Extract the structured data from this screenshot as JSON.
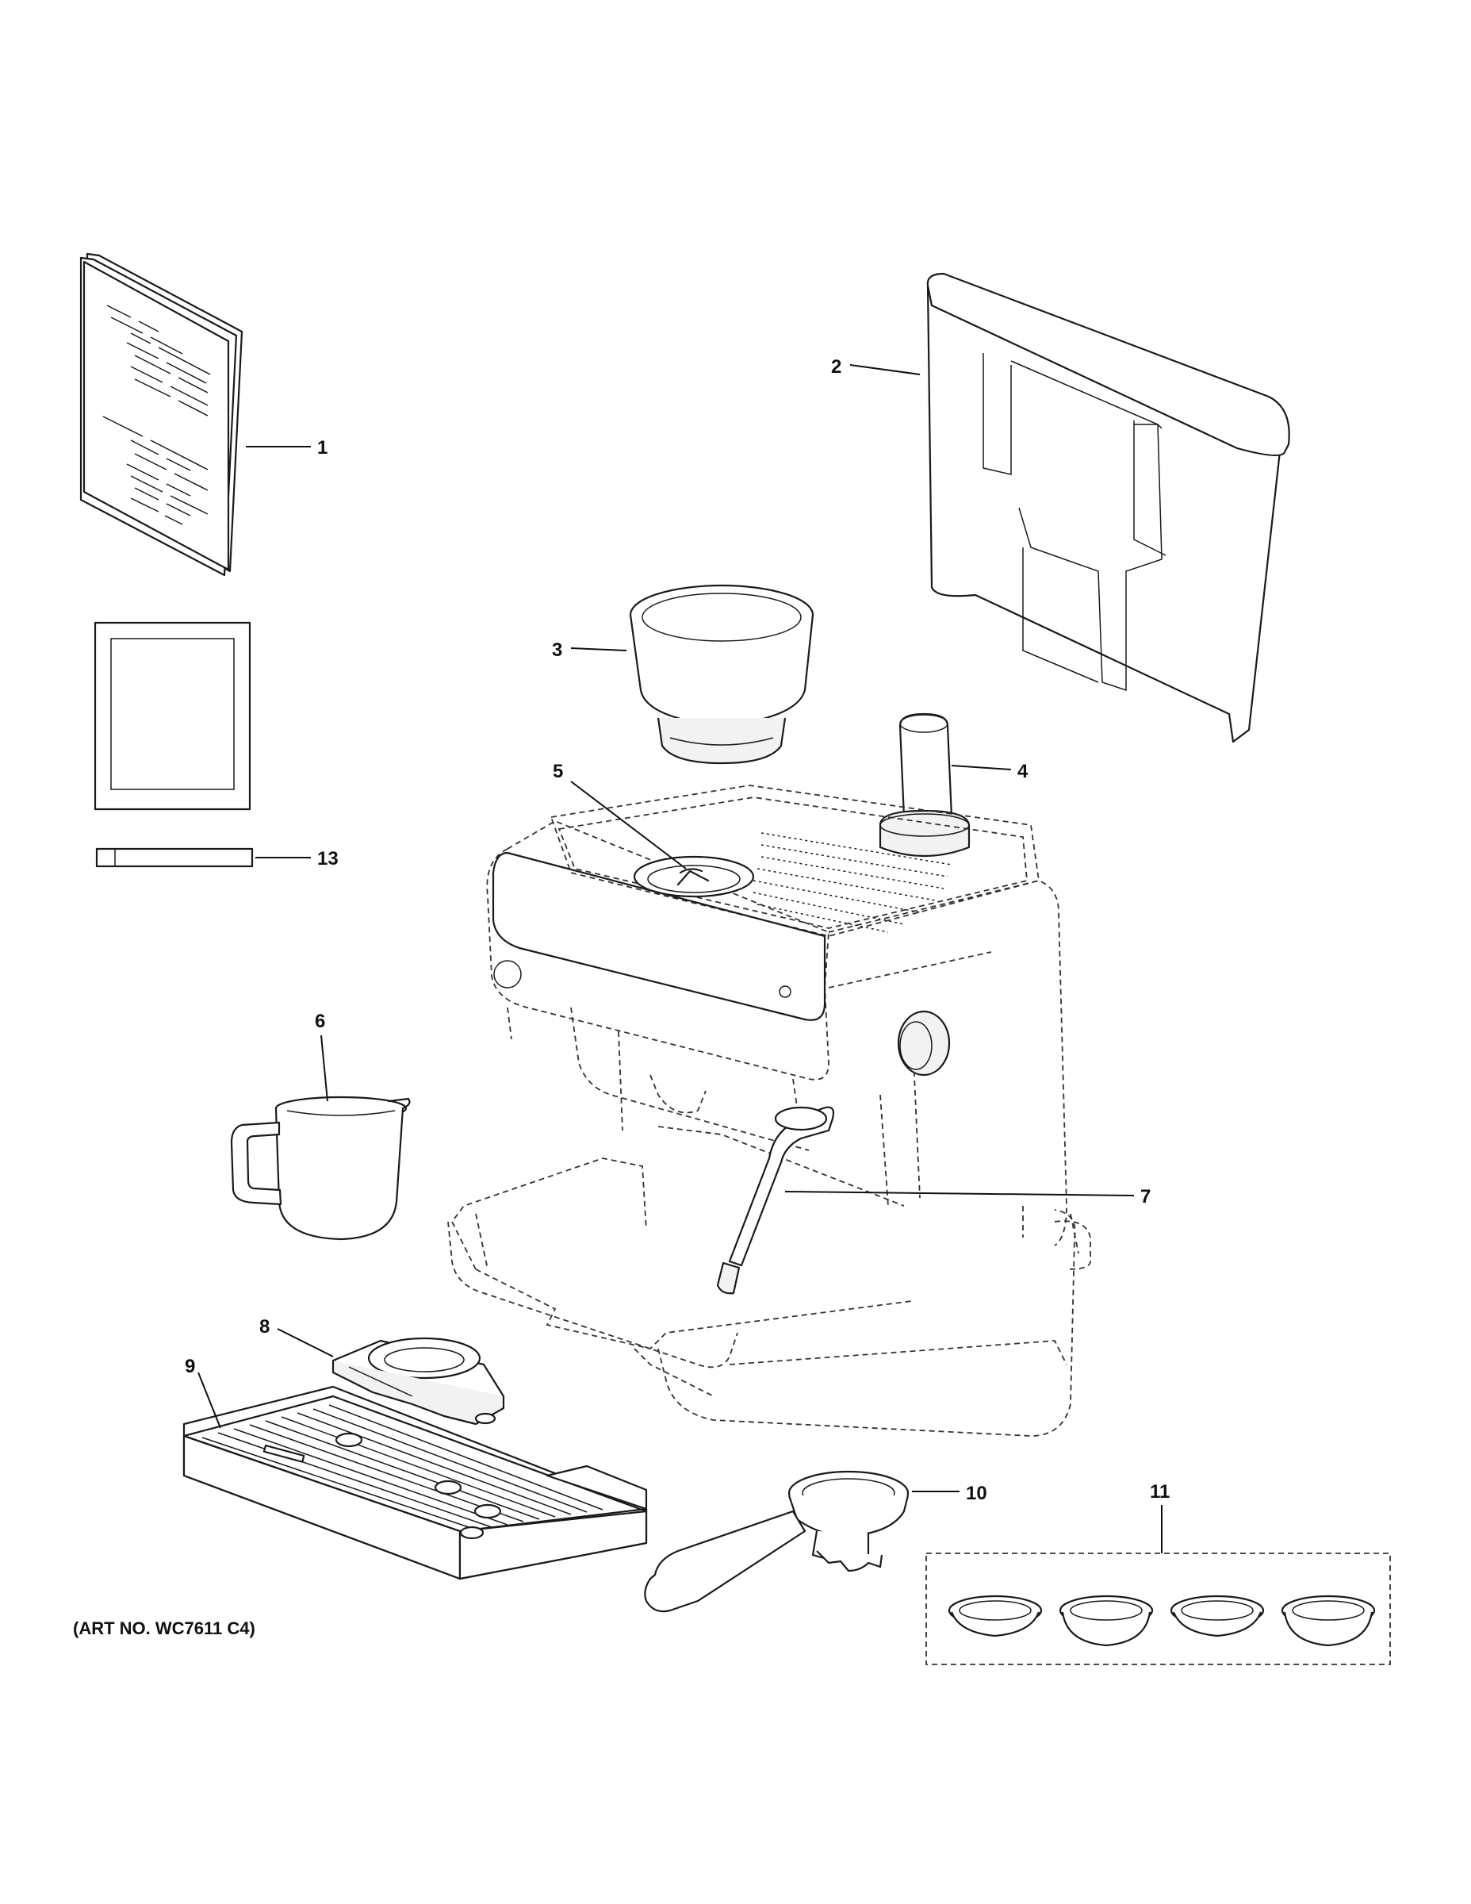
{
  "callouts": {
    "c1": "1",
    "c2": "2",
    "c3": "3",
    "c4": "4",
    "c5": "5",
    "c6": "6",
    "c7": "7",
    "c8": "8",
    "c9": "9",
    "c10": "10",
    "c11": "11",
    "c13": "13"
  },
  "art_number": "(ART NO. WC7611 C4)"
}
